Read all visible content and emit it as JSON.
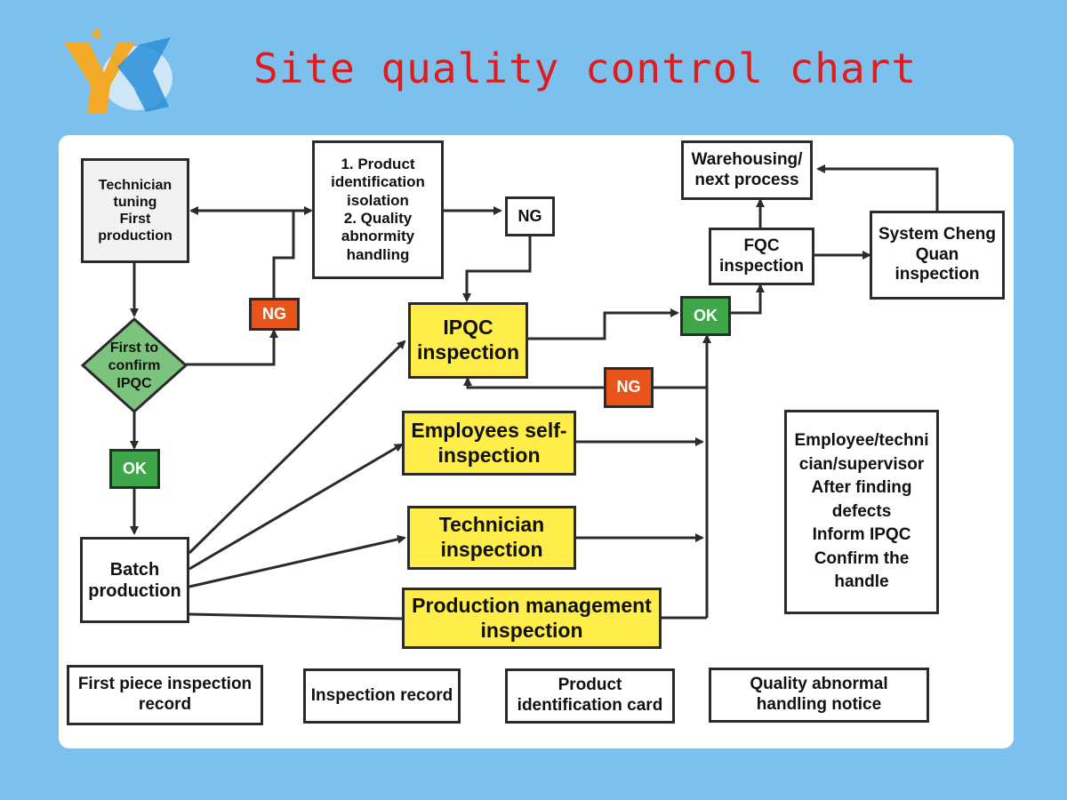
{
  "title": "Site quality control chart",
  "logo": {
    "icon": "yx-logo-icon"
  },
  "nodes": {
    "technician_tuning": "Technician\ntuning\nFirst\nproduction",
    "isolation": "1. Product\nidentification\nisolation\n2. Quality\nabnormity\nhandling",
    "ng_top": "NG",
    "warehousing": "Warehousing/\nnext process",
    "fqc": "FQC\ninspection",
    "system_cheng": "System Cheng\nQuan\ninspection",
    "ng_orange_left": "NG",
    "first_confirm": "First to\nconfirm\nIPQC",
    "ipqc": "IPQC\ninspection",
    "ok_right": "OK",
    "ng_orange_mid": "NG",
    "ok_left": "OK",
    "employees_self": "Employees self-\ninspection",
    "technician_inspection": "Technician\ninspection",
    "batch_production": "Batch\nproduction",
    "production_management": "Production management\ninspection",
    "note": "Employee/techni\ncian/supervisor\nAfter finding\ndefects\nInform IPQC\nConfirm the\nhandle"
  },
  "records": [
    "First piece inspection\nrecord",
    "Inspection record",
    "Product\nidentification card",
    "Quality abnormal\nhandling notice"
  ],
  "colors": {
    "background": "#7cc0ee",
    "title": "#e11b1b",
    "yellow_box": "#ffed4a",
    "ng": "#e8541a",
    "ok": "#3fa64a",
    "diamond": "#7cc47e"
  }
}
